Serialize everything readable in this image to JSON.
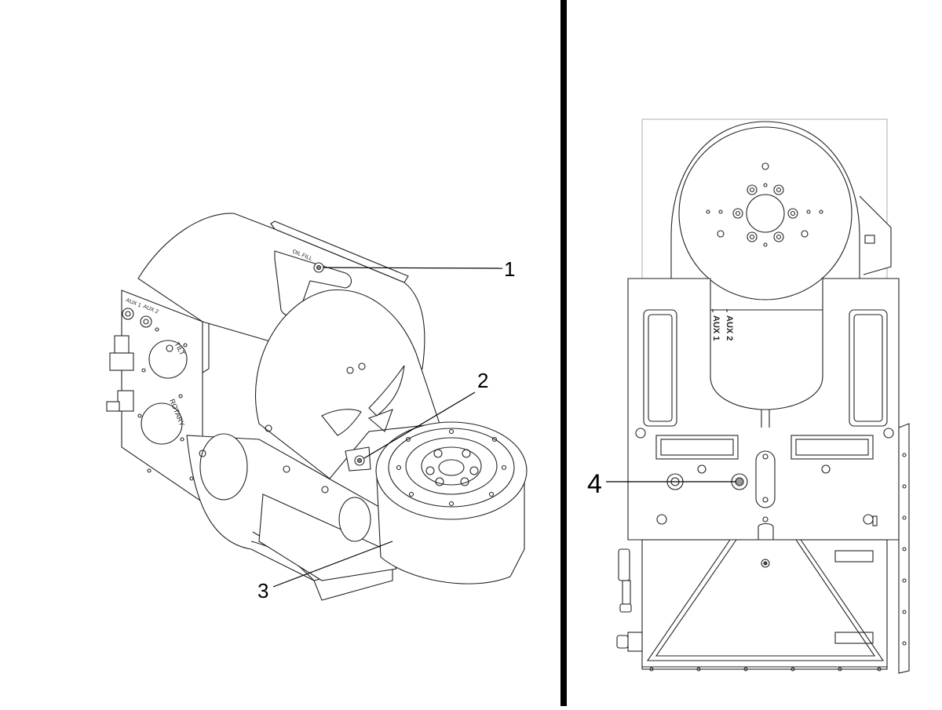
{
  "callouts": {
    "c1": "1",
    "c2": "2",
    "c3": "3",
    "c4": "4"
  },
  "labels": {
    "aux1": "AUX 1",
    "aux2": "AUX 2",
    "tilt": "TILT",
    "rotary": "ROTARY",
    "oil_fill": "OIL FILL"
  },
  "colors": {
    "line": "#000000",
    "background": "#ffffff"
  }
}
